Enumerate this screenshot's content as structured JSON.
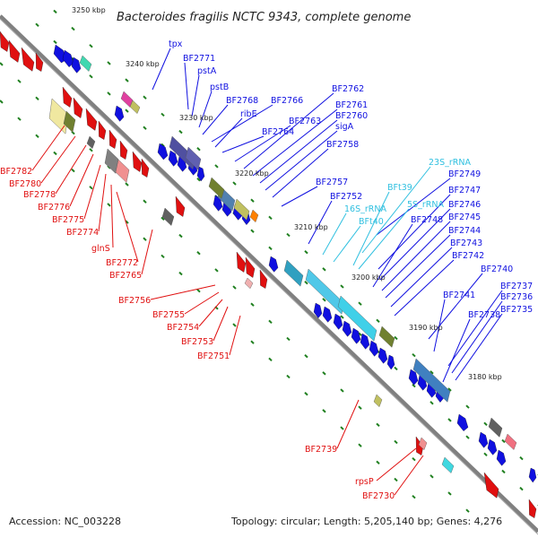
{
  "title": "Bacteroides fragilis NCTC 9343, complete genome",
  "footer": {
    "accession": "Accession: NC_003228",
    "summary": "Topology: circular; Length: 5,205,140 bp; Genes: 4,276"
  },
  "colors": {
    "backbone": "#808080",
    "forward_gene": "#1010e0",
    "reverse_gene": "#e01010",
    "rna": "#30c0e0",
    "tick": "#208020"
  },
  "kbp_ticks": [
    "3250 kbp",
    "3240 kbp",
    "3230 kbp",
    "3220 kbp",
    "3210 kbp",
    "3200 kbp",
    "3190 kbp",
    "3180 kbp"
  ],
  "forward_labels": [
    "tpx",
    "BF2771",
    "pstA",
    "pstB",
    "BF2768",
    "BF2766",
    "ribE",
    "BF2764",
    "BF2763",
    "BF2762",
    "BF2761",
    "BF2760",
    "sigA",
    "BF2758",
    "BF2757",
    "BF2752",
    "BF2749",
    "BF2747",
    "BF2748",
    "BF2746",
    "BF2745",
    "BF2744",
    "BF2743",
    "BF2742",
    "BF2740",
    "BF2741",
    "BF2737",
    "BF2736",
    "BF2738",
    "BF2735"
  ],
  "rna_labels": [
    "23S_rRNA",
    "BFt39",
    "5S_rRNA",
    "16S_rRNA",
    "BFt40"
  ],
  "reverse_labels": [
    "BF2782",
    "BF2780",
    "BF2778",
    "BF2776",
    "BF2775",
    "BF2774",
    "glnS",
    "BF2772",
    "BF2765",
    "BF2756",
    "BF2755",
    "BF2754",
    "BF2753",
    "BF2751",
    "BF2739",
    "rpsP",
    "BF2730"
  ]
}
